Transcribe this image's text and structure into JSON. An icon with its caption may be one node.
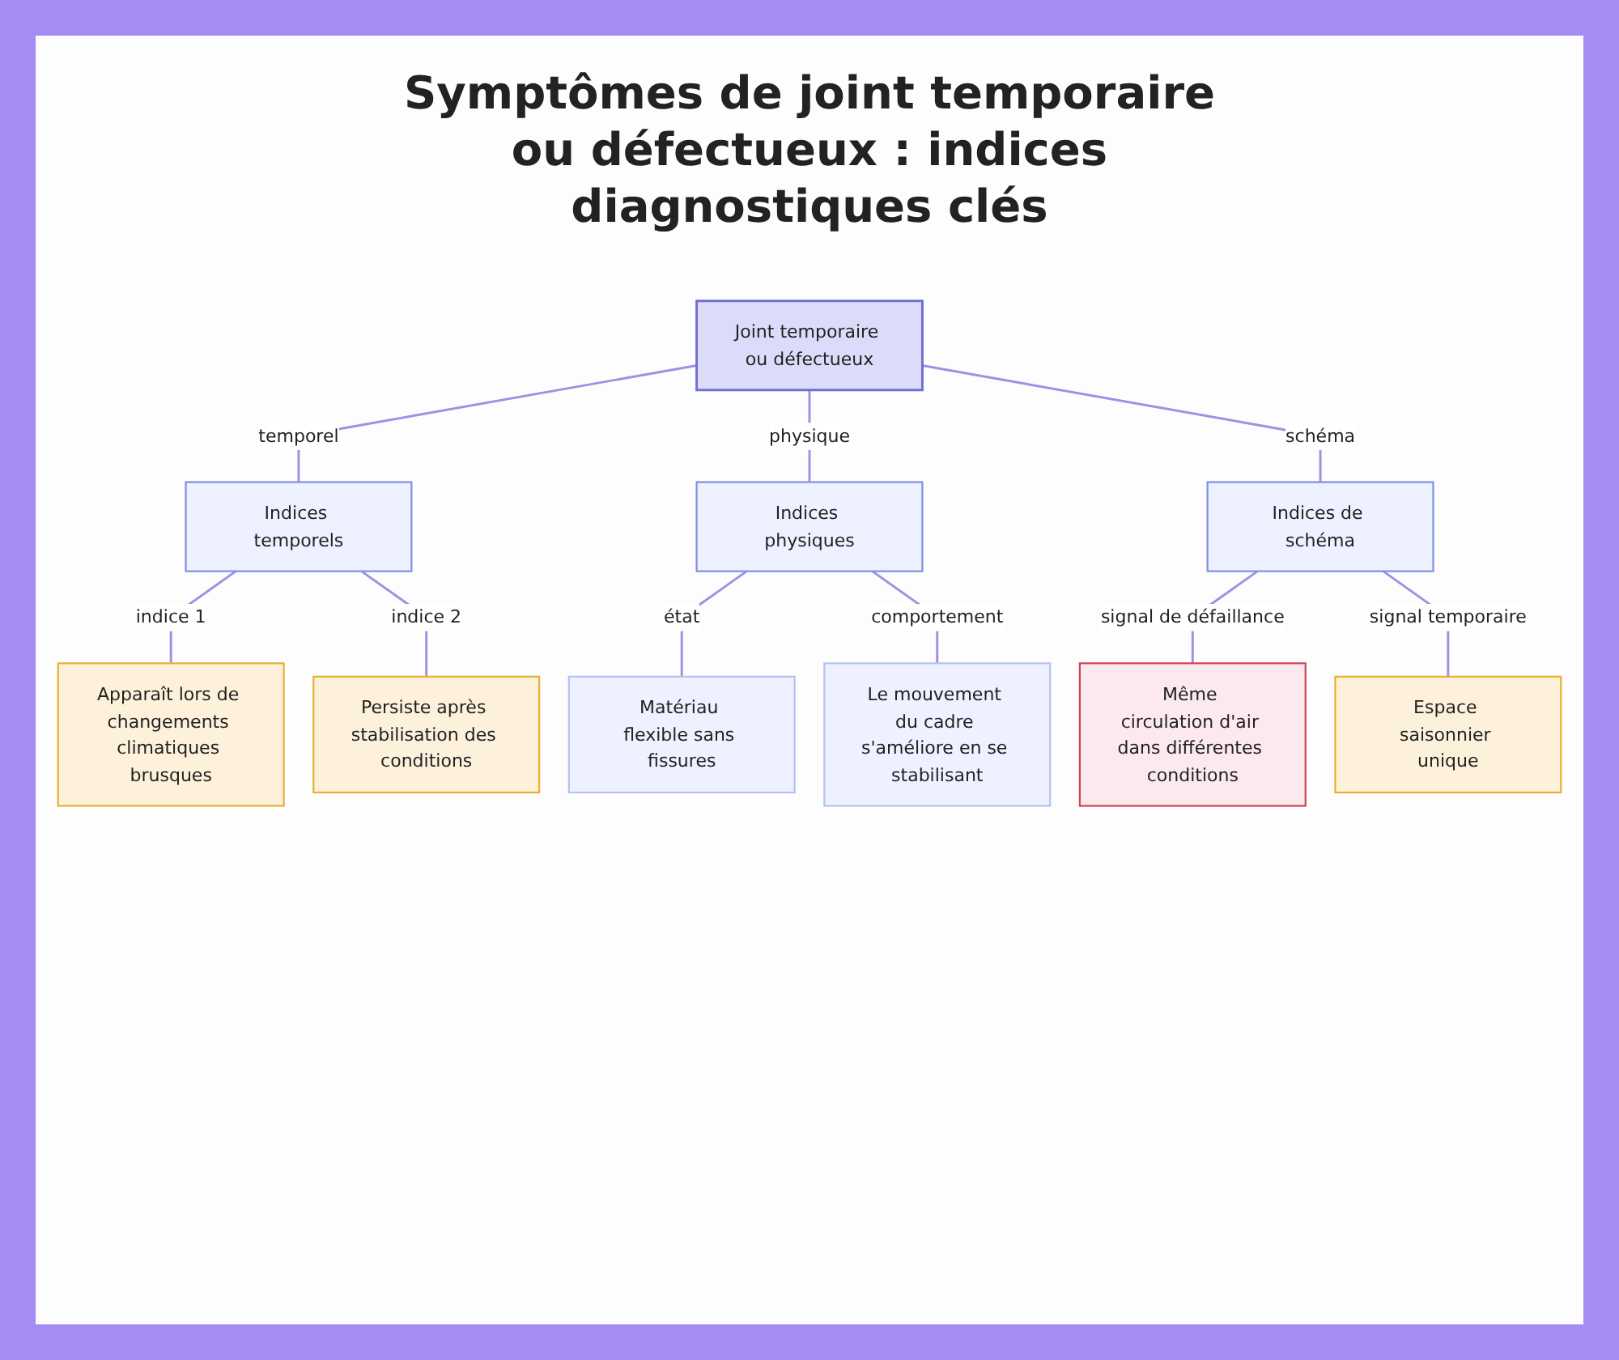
{
  "diagram": {
    "title": "Symptômes de joint temporaire ou défectueux : indices diagnostiques clés",
    "nodes": [
      {
        "text": [
          "Joint temporaire ou défectueux"
        ]
      },
      {
        "text": [
          "Indices temporels"
        ]
      },
      {
        "text": [
          "Indices physiques"
        ]
      },
      {
        "text": [
          "Indices de schéma"
        ]
      },
      {
        "text": [
          "Apparaît lors de changements climatiques brusques"
        ]
      },
      {
        "text": [
          "Persiste après stabilisation des conditions"
        ]
      },
      {
        "text": [
          "Matériau flexible sans fissures"
        ]
      },
      {
        "text": [
          "Le mouvement du cadre s'améliore en se stabilisant"
        ]
      },
      {
        "text": [
          "Même circulation d'air dans différentes conditions"
        ]
      },
      {
        "text": [
          "Espace saisonnier unique"
        ]
      }
    ],
    "edges": [
      {
        "from": 0,
        "to": 1,
        "arrow": "none",
        "label": "temporel"
      },
      {
        "from": 0,
        "to": 2,
        "arrow": "none",
        "label": "physique"
      },
      {
        "from": 0,
        "to": 3,
        "arrow": "none",
        "label": "schéma"
      },
      {
        "from": 1,
        "to": 4,
        "arrow": "none",
        "label": "indice 1"
      },
      {
        "from": 1,
        "to": 5,
        "arrow": "none",
        "label": "indice 2"
      },
      {
        "from": 2,
        "to": 6,
        "arrow": "none",
        "label": "état"
      },
      {
        "from": 2,
        "to": 7,
        "arrow": "none",
        "label": "comportement"
      },
      {
        "from": 3,
        "to": 8,
        "arrow": "none",
        "label": "signal de défaillance"
      },
      {
        "from": 3,
        "to": 9,
        "arrow": "none",
        "label": "signal temporaire"
      }
    ]
  }
}
